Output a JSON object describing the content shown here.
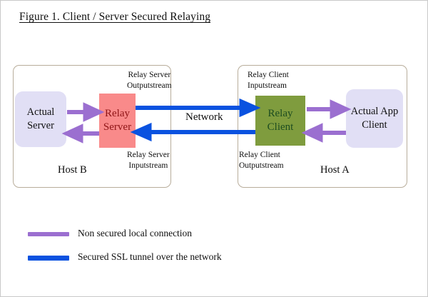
{
  "figure": {
    "title": "Figure 1. Client / Server Secured Relaying"
  },
  "hosts": {
    "left": {
      "label": "Host B",
      "endpoint": "Actual\nServer",
      "relay": "Relay\nServer",
      "relay_color": "#f98a8a",
      "relay_text_color": "#8f1416",
      "endpoint_color": "#e1dff5",
      "stream_out": "Relay Server\nOutputstream",
      "stream_in": "Relay Server\nInputstream"
    },
    "right": {
      "label": "Host A",
      "endpoint": "Actual App\nClient",
      "relay": "Relay\nClient",
      "relay_color": "#7f9c3e",
      "relay_text_color": "#1d4d20",
      "endpoint_color": "#e1dff5",
      "stream_in": "Relay Client\nInputstream",
      "stream_out": "Relay Client\nOutputstream"
    }
  },
  "network": {
    "label": "Network"
  },
  "legend": {
    "items": [
      {
        "color": "#9b6fd0",
        "label": "Non secured local connection"
      },
      {
        "color": "#0a52e0",
        "label": "Secured SSL tunnel over the network"
      }
    ]
  },
  "colors": {
    "purple_arrow": "#9b6fd0",
    "blue_arrow": "#0a52e0",
    "host_border": "#b8ad9b",
    "background": "#ffffff"
  }
}
